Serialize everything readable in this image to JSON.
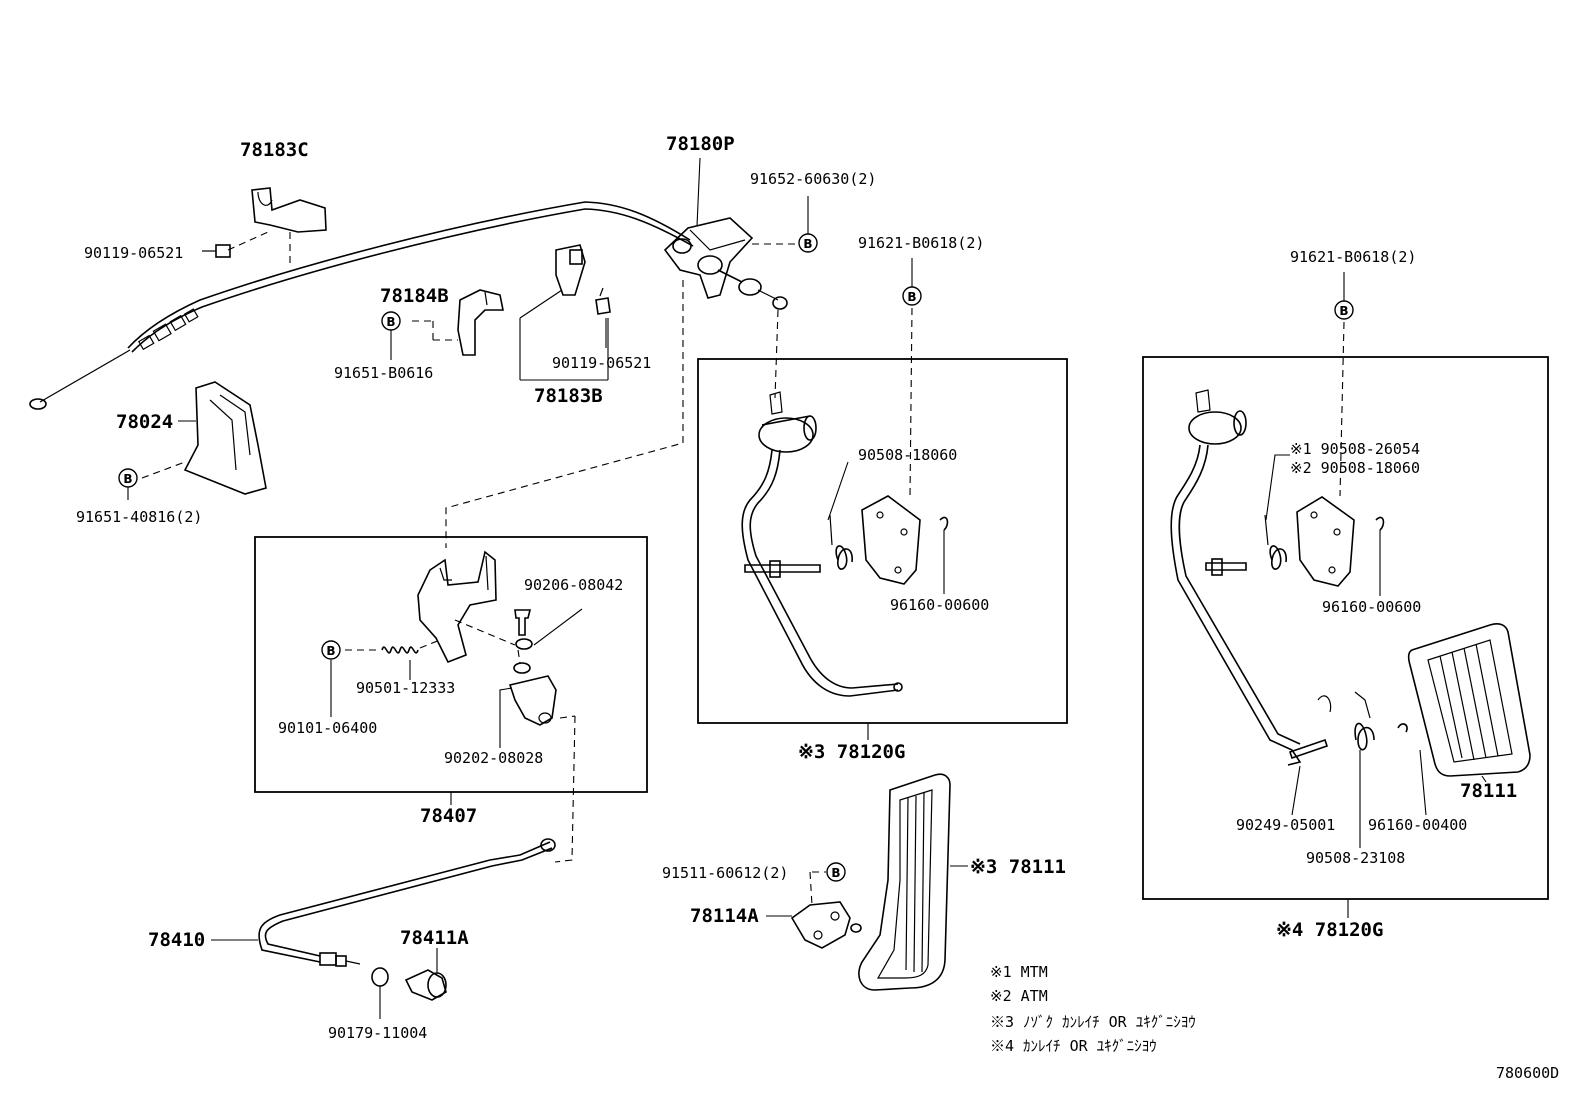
{
  "diagram_code": "780600D",
  "bolt_marker": "B",
  "labels": {
    "p78183C": "78183C",
    "p90119_06521_a": "90119-06521",
    "p78184B": "78184B",
    "p91651_B0616": "91651-B0616",
    "p90119_06521_b": "90119-06521",
    "p78183B": "78183B",
    "p78180P": "78180P",
    "p91652_60630": "91652-60630(2)",
    "p91621_B0618_a": "91621-B0618(2)",
    "p91621_B0618_b": "91621-B0618(2)",
    "p78024": "78024",
    "p91651_40816": "91651-40816(2)",
    "p90508_18060_a": "90508-18060",
    "p96160_00600_a": "96160-00600",
    "p78120G_a": "※3 78120G",
    "p90508_26054": "※1 90508-26054",
    "p90508_18060_b": "※2 90508-18060",
    "p96160_00600_b": "96160-00600",
    "p78111_a": "78111",
    "p90249_05001": "90249-05001",
    "p96160_00400": "96160-00400",
    "p90508_23108": "90508-23108",
    "p78120G_b": "※4 78120G",
    "p90206_08042": "90206-08042",
    "p90501_12333": "90501-12333",
    "p90101_06400": "90101-06400",
    "p90202_08028": "90202-08028",
    "p78407": "78407",
    "p78410": "78410",
    "p78411A": "78411A",
    "p90179_11004": "90179-11004",
    "p91511_60612": "91511-60612(2)",
    "p78114A": "78114A",
    "p78111_b": "※3 78111"
  },
  "notes": [
    "※1  MTM",
    "※2  ATM",
    "※3  ﾉｿﾞｸ ｶﾝﾚｲﾁ OR ﾕｷｸﾞﾆｼﾖｳ",
    "※4  ｶﾝﾚｲﾁ OR ﾕｷｸﾞﾆｼﾖｳ"
  ]
}
